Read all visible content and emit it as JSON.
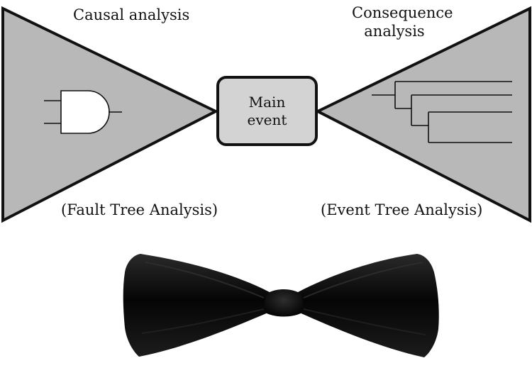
{
  "labels": {
    "causal": "Causal analysis",
    "consequence_line1": "Consequence",
    "consequence_line2": "analysis",
    "fault_tree": "(Fault Tree Analysis)",
    "event_tree": "(Event Tree Analysis)",
    "main_event_line1": "Main",
    "main_event_line2": "event"
  },
  "colors": {
    "triangle_fill": "#b8b8b8",
    "box_fill": "#d3d3d3",
    "outline": "#111111",
    "bowtie": "#0d0d0d"
  }
}
